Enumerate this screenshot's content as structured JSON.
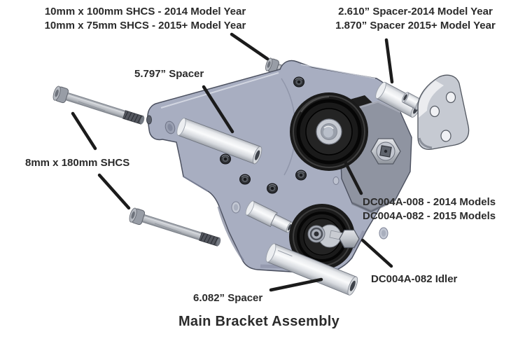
{
  "diagram": {
    "caption": "Main Bracket Assembly",
    "labels": {
      "top_left_bolt": {
        "line1": "10mm x 100mm SHCS - 2014 Model Year",
        "line2": "10mm x 75mm SHCS - 2015+ Model Year"
      },
      "top_right_spacer": {
        "line1": "2.610” Spacer-2014 Model Year",
        "line2": "1.870” Spacer 2015+ Model Year"
      },
      "spacer_5797": "5.797” Spacer",
      "shcs_8mm": "8mm x 180mm SHCS",
      "dc004a_models": {
        "line1": "DC004A-008 - 2014 Models",
        "line2": "DC004A-082 - 2015 Models"
      },
      "idler": "DC004A-082 Idler",
      "spacer_6082": "6.082” Spacer"
    },
    "colors": {
      "background": "#ffffff",
      "bracket": "#a8aec1",
      "tensioner": "#8f94a1",
      "pulley": "#1a1a1a",
      "spacer": "#e9eaee",
      "leader": "#1b1b1b",
      "text": "#2b2b2b"
    }
  }
}
